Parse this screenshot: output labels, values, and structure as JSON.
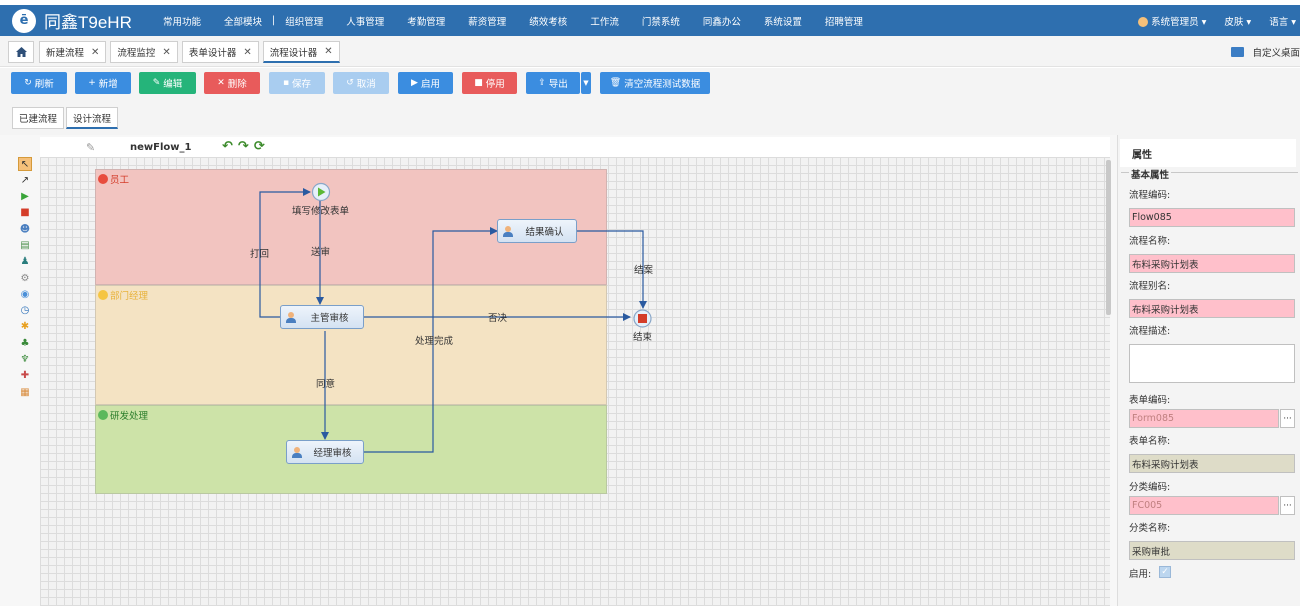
{
  "header": {
    "logo_glyph": "ē",
    "logo_text": "同鑫T9eHR",
    "nav": [
      "常用功能",
      "全部模块",
      "|",
      "组织管理",
      "人事管理",
      "考勤管理",
      "薪资管理",
      "绩效考核",
      "工作流",
      "门禁系统",
      "同鑫办公",
      "系统设置",
      "招聘管理"
    ],
    "user": "系统管理员 ▾",
    "skin": "皮肤 ▾",
    "language": "语言 ▾"
  },
  "tabs": {
    "home_icon": "home-icon",
    "items": [
      {
        "label": "新建流程"
      },
      {
        "label": "流程监控"
      },
      {
        "label": "表单设计器"
      },
      {
        "label": "流程设计器"
      }
    ],
    "close_glyph": "✕",
    "custom_desktop": "自定义桌面"
  },
  "toolbar": {
    "refresh": "刷新",
    "add": "新增",
    "edit": "编辑",
    "delete": "删除",
    "save": "保存",
    "cancel": "取消",
    "enable": "启用",
    "disable": "停用",
    "export": "导出",
    "clear_test": "清空流程测试数据",
    "colors": {
      "blue": "#3b8de0",
      "green": "#25b47a",
      "red": "#e85b5b",
      "disabled": "#a9cdf0"
    }
  },
  "subtabs": {
    "created": "已建流程",
    "design": "设计流程"
  },
  "designer": {
    "flow_name": "newFlow_1",
    "lanes": [
      {
        "label": "员工",
        "color": "#f2c4c0",
        "dot": "#e84c3d"
      },
      {
        "label": "部门经理",
        "color": "#f4e3c3",
        "dot": "#f5c542"
      },
      {
        "label": "研发处理",
        "color": "#cde3a8",
        "dot": "#5cb85c"
      }
    ],
    "nodes": {
      "start": "填写修改表单",
      "supervisor": "主管审核",
      "confirm": "结果确认",
      "manager": "经理审核",
      "end": "结束"
    },
    "transitions": {
      "submit": "送审",
      "reject": "打回",
      "approve": "同意",
      "done": "处理完成",
      "deny": "否决",
      "close": "结案"
    }
  },
  "properties": {
    "title": "属性",
    "section": "基本属性",
    "flow_code_label": "流程编码:",
    "flow_code": "Flow085",
    "flow_name_label": "流程名称:",
    "flow_name": "布料采购计划表",
    "flow_alias_label": "流程别名:",
    "flow_alias": "布料采购计划表",
    "flow_desc_label": "流程描述:",
    "form_code_label": "表单编码:",
    "form_code": "Form085",
    "form_name_label": "表单名称:",
    "form_name": "布料采购计划表",
    "category_code_label": "分类编码:",
    "category_code": "FC005",
    "category_name_label": "分类名称:",
    "category_name": "采购审批",
    "enabled_label": "启用:",
    "enabled": true
  }
}
